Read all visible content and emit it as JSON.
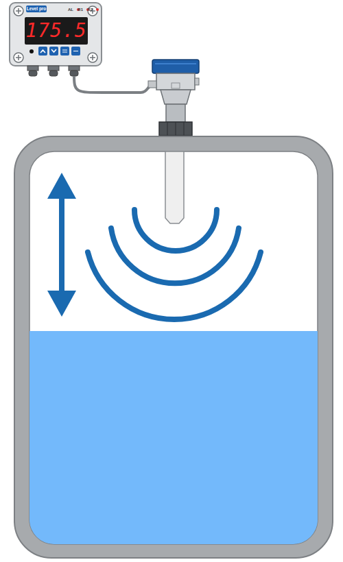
{
  "diagram": {
    "labels": [
      "Level pro",
      "AL",
      "R1",
      "R2",
      "175.5"
    ]
  }
}
